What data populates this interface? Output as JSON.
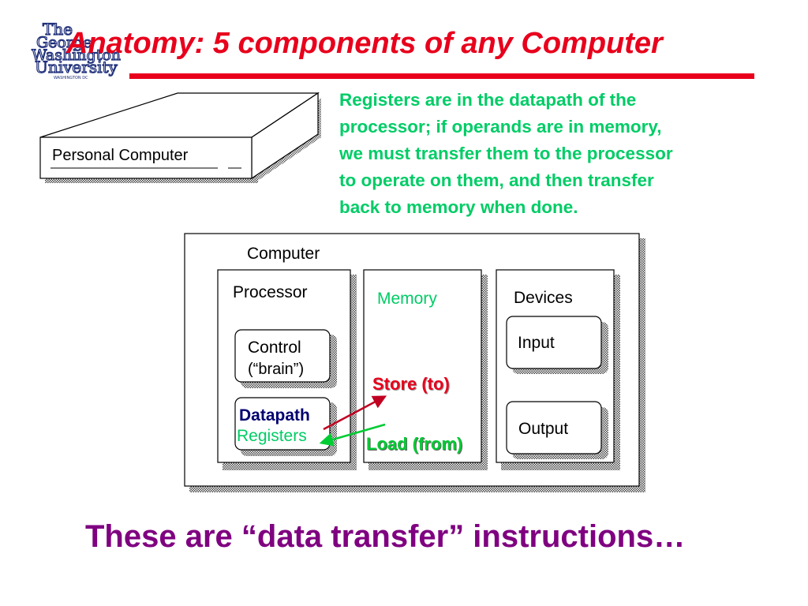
{
  "title": "Anatomy: 5 components of any Computer",
  "logo": {
    "line1": "The",
    "line2": "George",
    "line3": "Washington",
    "line4": "University",
    "line5": "WASHINGTON DC"
  },
  "note": {
    "lines": [
      "Registers are in the datapath of the",
      "processor;  if operands are in memory,",
      "we must transfer them to the processor",
      "to operate on them, and then transfer",
      "back to memory when done."
    ]
  },
  "diagram": {
    "personal_computer": "Personal Computer",
    "computer": "Computer",
    "processor": "Processor",
    "memory": "Memory",
    "devices": "Devices",
    "control": "Control",
    "control_sub": "(“brain”)",
    "datapath": "Datapath",
    "registers": "Registers",
    "input": "Input",
    "output": "Output",
    "store": "Store (to)",
    "load": "Load (from)"
  },
  "footer": "These are “data transfer” instructions…",
  "colors": {
    "title": "#e8001c",
    "note": "#00cc66",
    "footer": "#7f0080",
    "store_arrow": "#c00020",
    "load_arrow": "#00cc33",
    "logo": "#1f2f7a"
  }
}
